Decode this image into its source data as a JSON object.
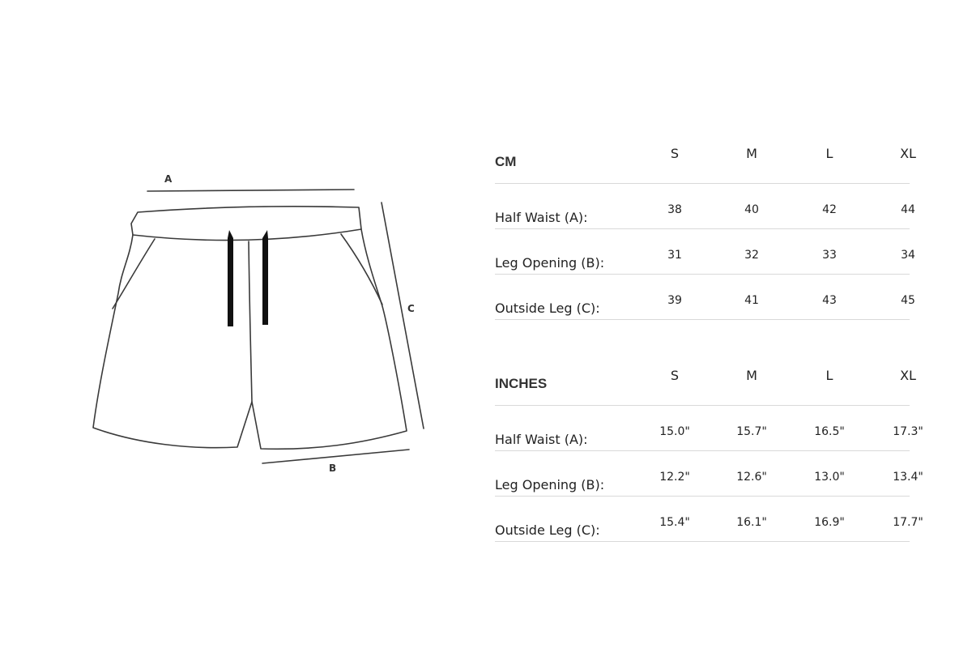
{
  "diagram": {
    "labels": {
      "a": "A",
      "b": "B",
      "c": "C"
    },
    "line_color": "#3a3a3a",
    "drawstring_color": "#111111"
  },
  "tables": {
    "cm": {
      "unit": "CM",
      "sizes": [
        "S",
        "M",
        "L",
        "XL"
      ],
      "rows": [
        {
          "label": "Half Waist (A):",
          "values": [
            "38",
            "40",
            "42",
            "44"
          ]
        },
        {
          "label": "Leg Opening (B):",
          "values": [
            "31",
            "32",
            "33",
            "34"
          ]
        },
        {
          "label": "Outside Leg (C):",
          "values": [
            "39",
            "41",
            "43",
            "45"
          ]
        }
      ]
    },
    "inches": {
      "unit": "INCHES",
      "sizes": [
        "S",
        "M",
        "L",
        "XL"
      ],
      "rows": [
        {
          "label": "Half Waist (A):",
          "values": [
            "15.0\"",
            "15.7\"",
            "16.5\"",
            "17.3\""
          ]
        },
        {
          "label": "Leg Opening (B):",
          "values": [
            "12.2\"",
            "12.6\"",
            "13.0\"",
            "13.4\""
          ]
        },
        {
          "label": "Outside Leg (C):",
          "values": [
            "15.4\"",
            "16.1\"",
            "16.9\"",
            "17.7\""
          ]
        }
      ]
    }
  }
}
